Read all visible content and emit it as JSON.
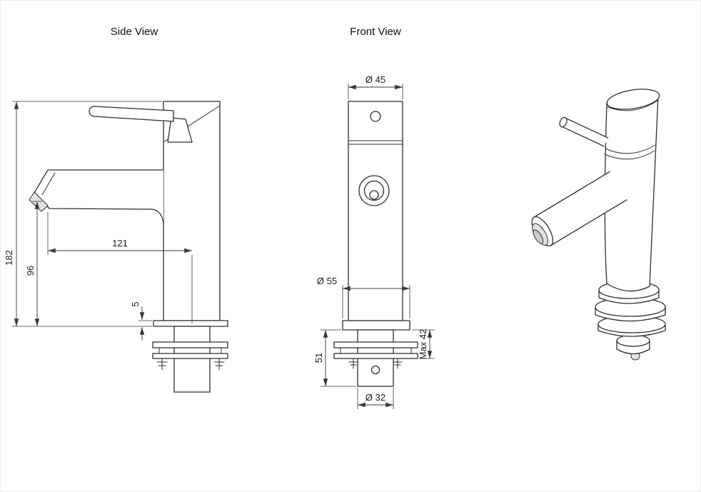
{
  "drawing": {
    "views": [
      {
        "label": "Side View"
      },
      {
        "label": "Front View"
      }
    ],
    "dimensions": {
      "overall_height": "182",
      "spout_height": "96",
      "spout_reach": "121",
      "base_plate": "5",
      "top_diameter": "Ø 45",
      "base_diameter": "Ø 55",
      "below_counter": "51",
      "shank_diameter": "Ø 32",
      "max_counter": "Max 42"
    },
    "colors": {
      "line": "#2e2e2e",
      "dim": "#3a3a3a"
    }
  }
}
